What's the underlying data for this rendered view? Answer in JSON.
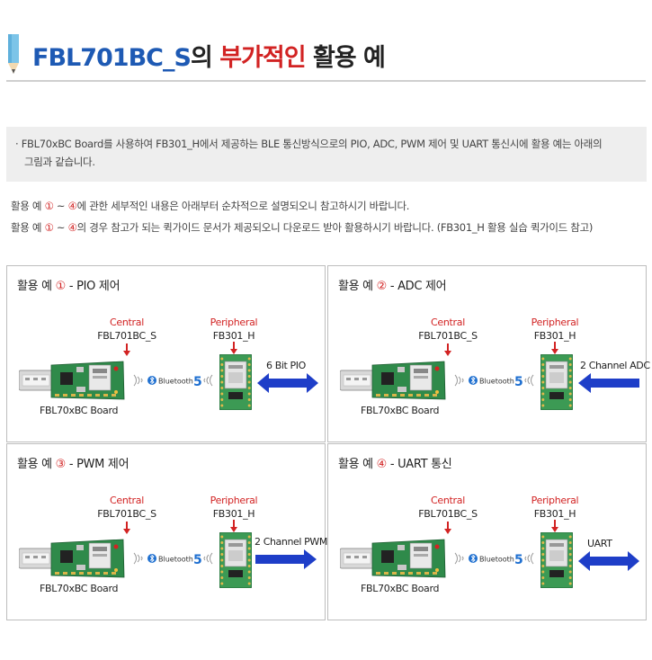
{
  "header": {
    "title_part1": "FBL701BC_S",
    "title_part2": "의 ",
    "title_part3": "부가적인",
    "title_part4": " 활용 예",
    "accent_color": "#1e5ab4",
    "highlight_color": "#d22323"
  },
  "intro": {
    "line1": "· FBL70xBC Board를 사용하여 FB301_H에서 제공하는 BLE 통신방식으로의 PIO, ADC, PWM 제어 및 UART 통신시에 활용 예는 아래의",
    "line2": "그림과 같습니다."
  },
  "notes": {
    "n1_prefix": "활용 예 ",
    "n1_c1": "①",
    "n1_tilde": " ~ ",
    "n1_c2": "④",
    "n1_suffix": "에 관한 세부적인 내용은 아래부터 순차적으로 설명되오니 참고하시기 바랍니다.",
    "n2_prefix": "활용 예 ",
    "n2_c1": "①",
    "n2_tilde": " ~ ",
    "n2_c2": "④",
    "n2_suffix": "의 경우 참고가 되는 퀵가이드 문서가 제공되오니 다운로드 받아 활용하시기 바랍니다. (FB301_H 활용 실습 퀵가이드 참고)"
  },
  "panels": [
    {
      "prefix": "활용 예 ",
      "num": "①",
      "suffix": " - PIO 제어",
      "central_label": "Central",
      "central_name": "FBL701BC_S",
      "peripheral_label": "Peripheral",
      "peripheral_name": "FB301_H",
      "board_label": "FBL70xBC Board",
      "io_label": "6 Bit PIO",
      "arrow": "both",
      "bluetooth": "Bluetooth",
      "bt_version": "5"
    },
    {
      "prefix": "활용 예 ",
      "num": "②",
      "suffix": " - ADC 제어",
      "central_label": "Central",
      "central_name": "FBL701BC_S",
      "peripheral_label": "Peripheral",
      "peripheral_name": "FB301_H",
      "board_label": "FBL70xBC Board",
      "io_label": "2 Channel ADC",
      "arrow": "left",
      "bluetooth": "Bluetooth",
      "bt_version": "5"
    },
    {
      "prefix": "활용 예 ",
      "num": "③",
      "suffix": " - PWM 제어",
      "central_label": "Central",
      "central_name": "FBL701BC_S",
      "peripheral_label": "Peripheral",
      "peripheral_name": "FB301_H",
      "board_label": "FBL70xBC Board",
      "io_label": "2 Channel PWM",
      "arrow": "right",
      "bluetooth": "Bluetooth",
      "bt_version": "5"
    },
    {
      "prefix": "활용 예 ",
      "num": "④",
      "suffix": " - UART 통신",
      "central_label": "Central",
      "central_name": "FBL701BC_S",
      "peripheral_label": "Peripheral",
      "peripheral_name": "FB301_H",
      "board_label": "FBL70xBC Board",
      "io_label": "UART",
      "arrow": "both",
      "bluetooth": "Bluetooth",
      "bt_version": "5"
    }
  ]
}
